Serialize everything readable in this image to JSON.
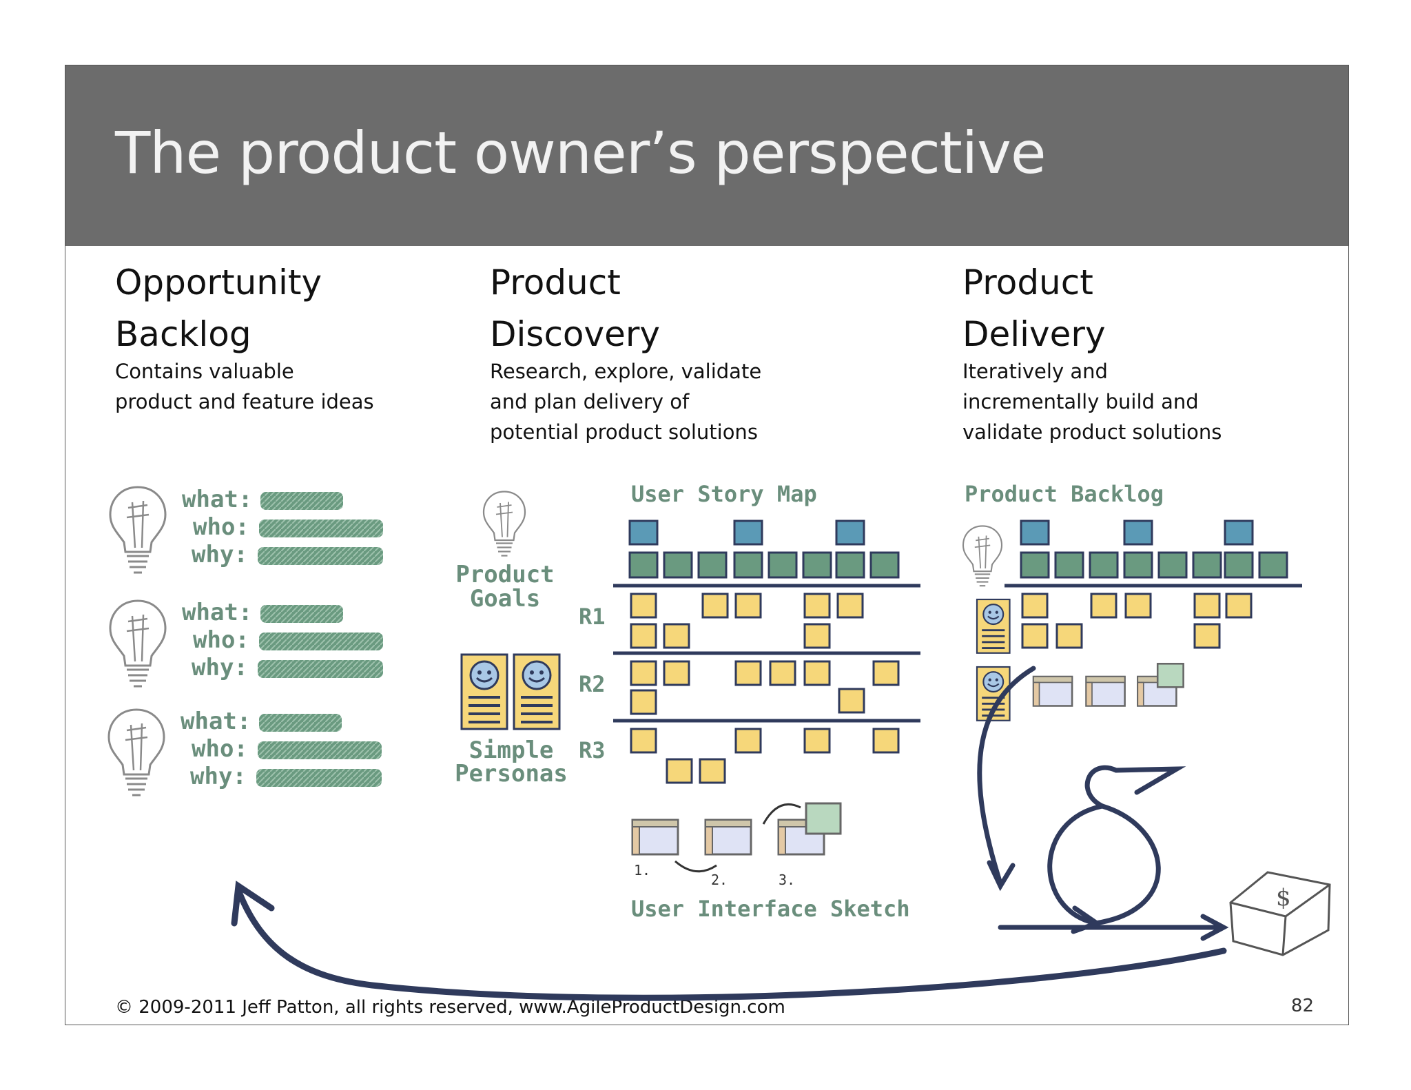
{
  "slide": {
    "title": "The product owner’s perspective",
    "footer": "© 2009-2011 Jeff Patton, all rights reserved, www.AgileProductDesign.com",
    "page_number": "82"
  },
  "columns": [
    {
      "heading_line1": "Opportunity",
      "heading_line2": "Backlog",
      "desc_lines": [
        "Contains valuable",
        "product and feature ideas"
      ]
    },
    {
      "heading_line1": "Product",
      "heading_line2": "Discovery",
      "desc_lines": [
        "Research, explore, validate",
        "and  plan delivery of",
        "potential product solutions"
      ]
    },
    {
      "heading_line1": "Product",
      "heading_line2": "Delivery",
      "desc_lines": [
        "Iteratively and",
        "incrementally build and",
        "validate product solutions"
      ]
    }
  ],
  "opportunity_cards": [
    {
      "what": "what:",
      "who": "who:",
      "why": "why:"
    },
    {
      "what": "what:",
      "who": "who:",
      "why": "why:"
    },
    {
      "what": "what:",
      "who": "who:",
      "why": "why:"
    }
  ],
  "discovery_labels": {
    "product_goals_1": "Product",
    "product_goals_2": "Goals",
    "simple_personas_1": "Simple",
    "simple_personas_2": "Personas",
    "story_map": "User Story Map",
    "r1": "R1",
    "r2": "R2",
    "r3": "R3",
    "ui_sketch": "User Interface Sketch",
    "sketch_steps": [
      "1.",
      "2.",
      "3."
    ]
  },
  "delivery_labels": {
    "product_backlog": "Product Backlog",
    "box_symbol": "$"
  },
  "colors": {
    "title_bar": "#6c6c6c",
    "handwriting_green": "#6a8e7c",
    "story_blue": "#5b9ab6",
    "story_green": "#6a9a80",
    "story_yellow": "#f6d77a",
    "ink_navy": "#2f3a5c"
  }
}
